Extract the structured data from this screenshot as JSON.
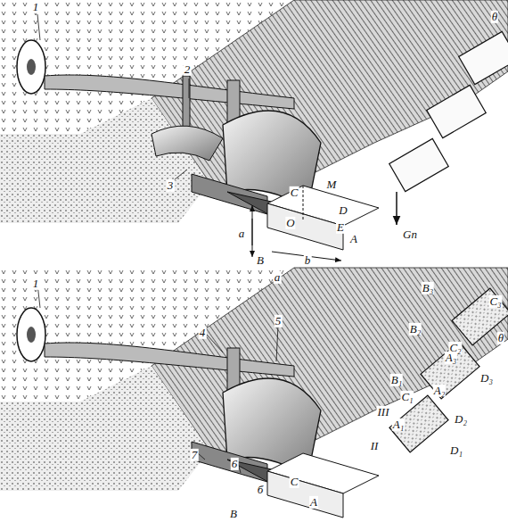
{
  "diagram": {
    "labels": [
      "1",
      "2",
      "θ",
      "3",
      "C",
      "M",
      "D",
      "E",
      "O",
      "A",
      "B",
      "a",
      "b",
      "Gп",
      "а",
      "1",
      "4",
      "5",
      "B₃",
      "C₃",
      "θ",
      "B₂",
      "C₂",
      "A₃",
      "D₃",
      "B₁",
      "C₁",
      "A₂",
      "D₂",
      "III",
      "A₁",
      "II",
      "D₁",
      "7",
      "6",
      "C",
      "A",
      "B",
      "б"
    ]
  }
}
